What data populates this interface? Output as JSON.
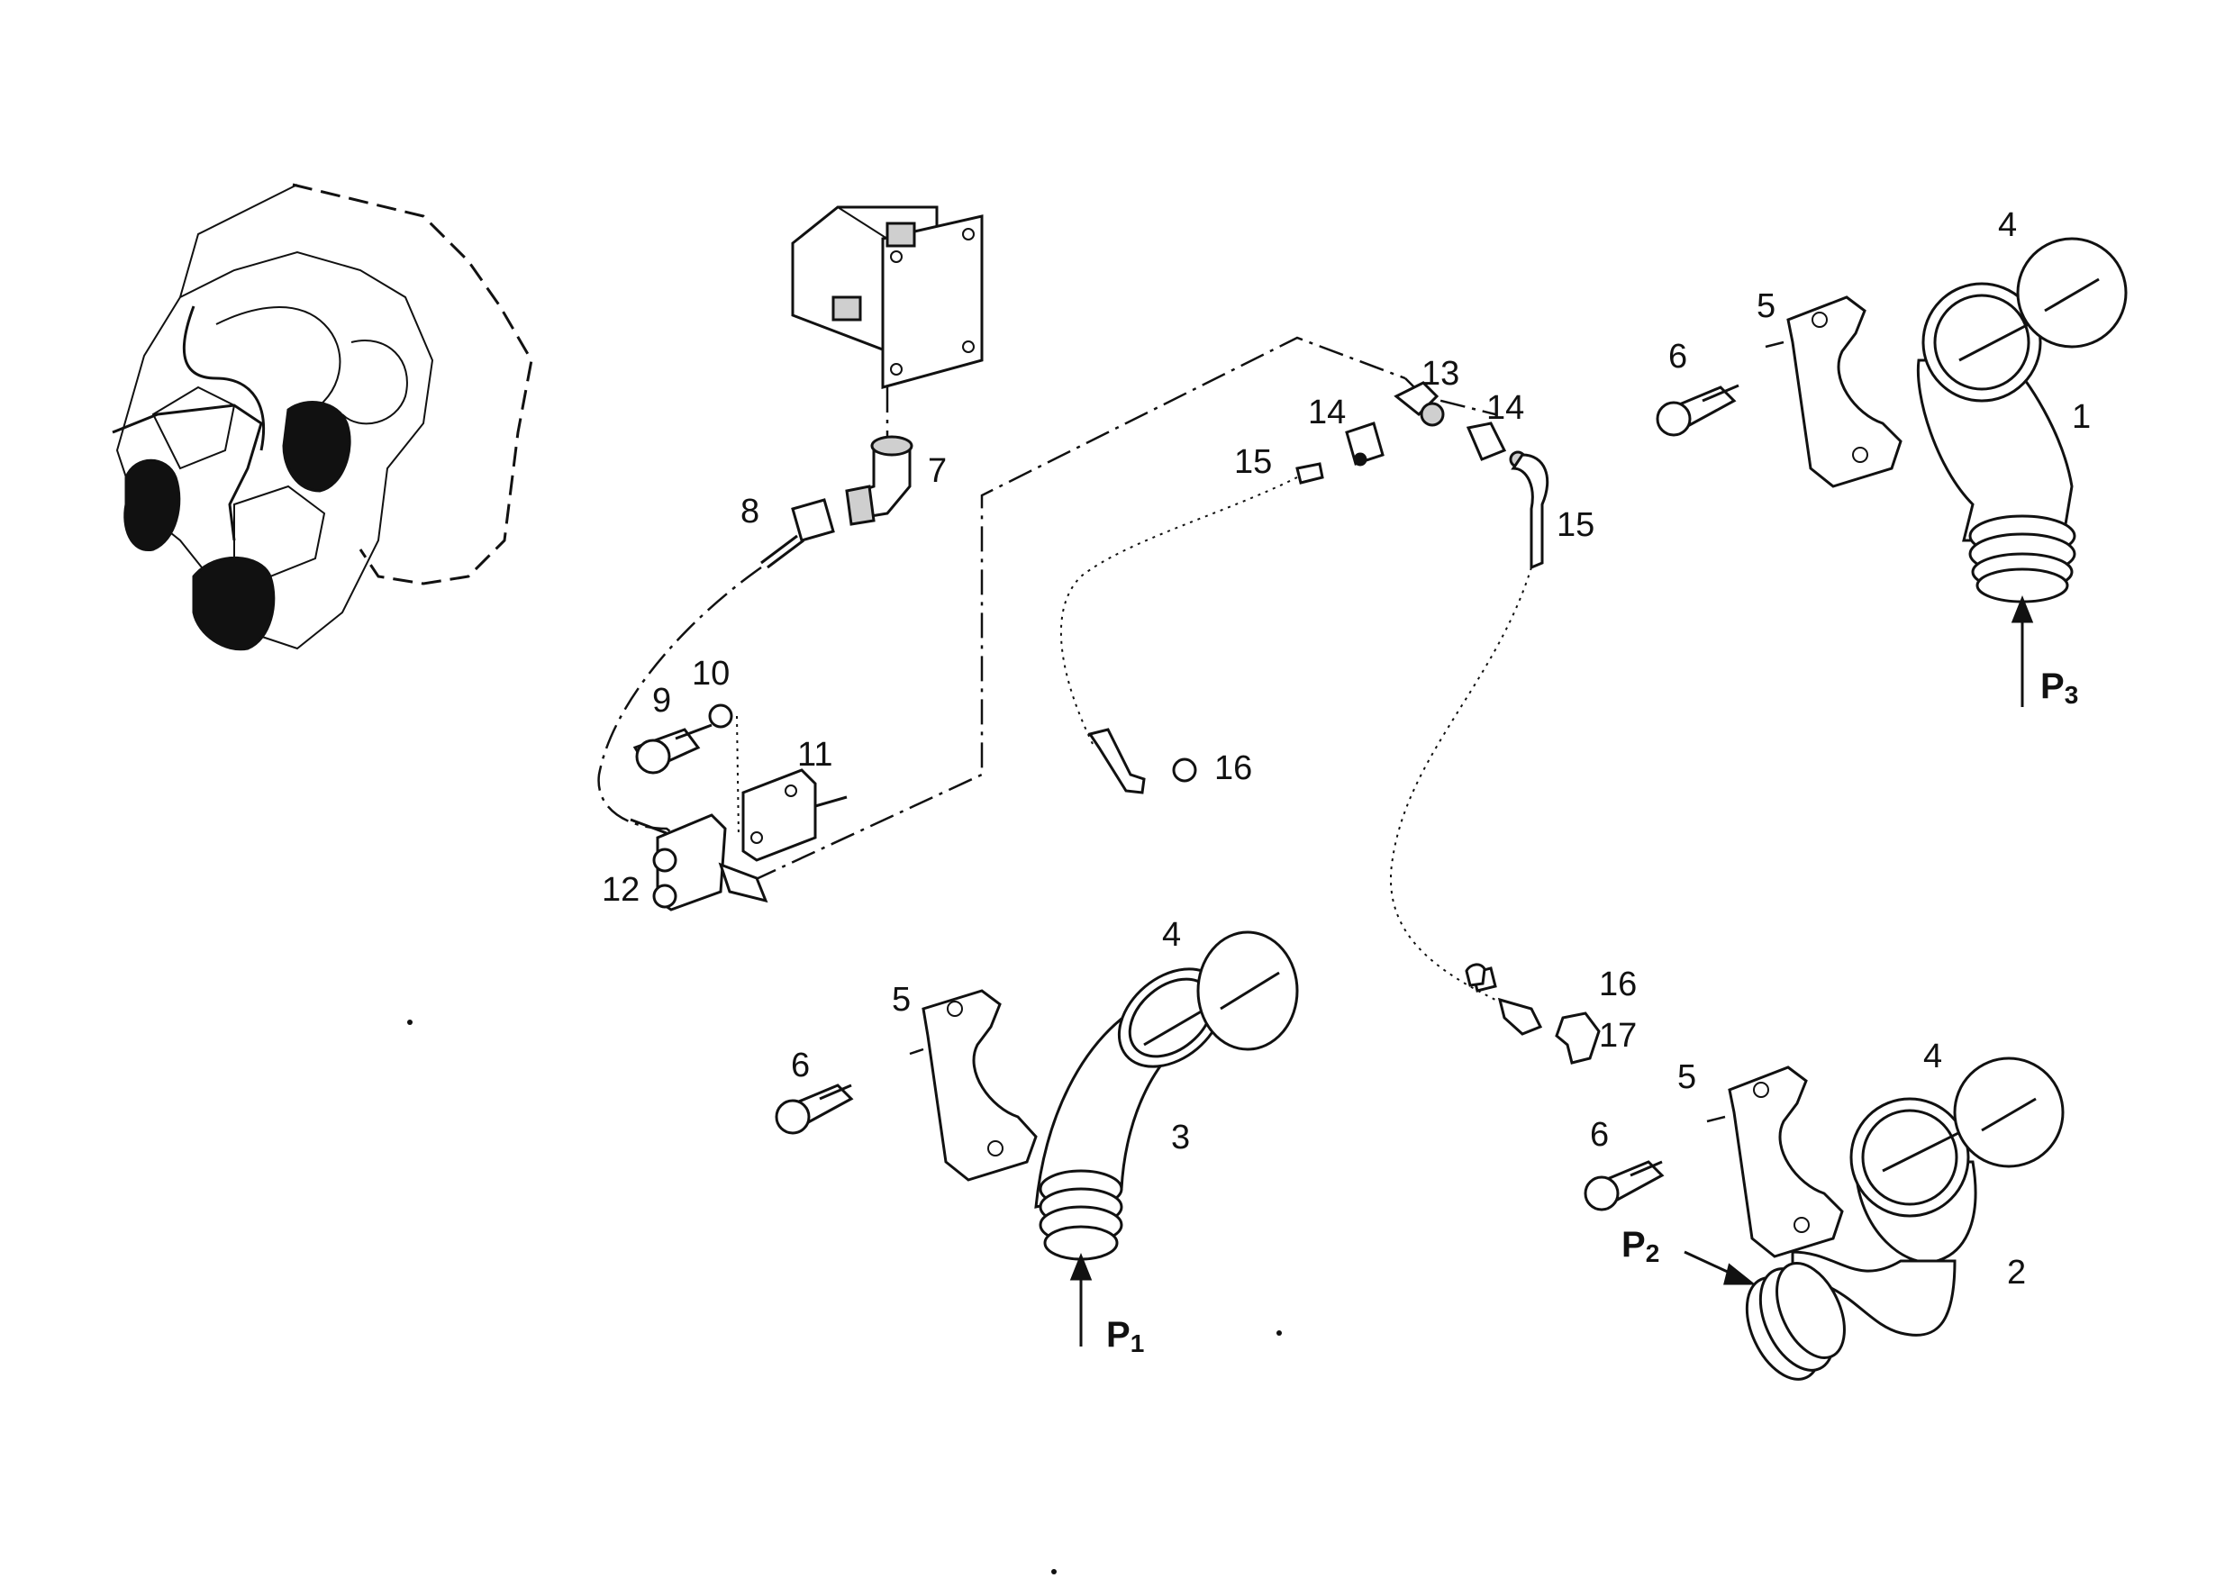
{
  "diagram": {
    "callouts": [
      {
        "id": "c1",
        "text": "1"
      },
      {
        "id": "c2",
        "text": "2"
      },
      {
        "id": "c3",
        "text": "3"
      },
      {
        "id": "c4a",
        "text": "4"
      },
      {
        "id": "c4b",
        "text": "4"
      },
      {
        "id": "c4c",
        "text": "4"
      },
      {
        "id": "c5a",
        "text": "5"
      },
      {
        "id": "c5b",
        "text": "5"
      },
      {
        "id": "c5c",
        "text": "5"
      },
      {
        "id": "c6a",
        "text": "6"
      },
      {
        "id": "c6b",
        "text": "6"
      },
      {
        "id": "c6c",
        "text": "6"
      },
      {
        "id": "c7",
        "text": "7"
      },
      {
        "id": "c8",
        "text": "8"
      },
      {
        "id": "c9",
        "text": "9"
      },
      {
        "id": "c10",
        "text": "10"
      },
      {
        "id": "c11",
        "text": "11"
      },
      {
        "id": "c12",
        "text": "12"
      },
      {
        "id": "c13",
        "text": "13"
      },
      {
        "id": "c14a",
        "text": "14"
      },
      {
        "id": "c14b",
        "text": "14"
      },
      {
        "id": "c15a",
        "text": "15"
      },
      {
        "id": "c15b",
        "text": "15"
      },
      {
        "id": "c16a",
        "text": "16"
      },
      {
        "id": "c16b",
        "text": "16"
      },
      {
        "id": "c17",
        "text": "17"
      }
    ],
    "ports": [
      {
        "id": "p1",
        "letter": "P",
        "sub": "1"
      },
      {
        "id": "p2",
        "letter": "P",
        "sub": "2"
      },
      {
        "id": "p3",
        "letter": "P",
        "sub": "3"
      }
    ]
  }
}
